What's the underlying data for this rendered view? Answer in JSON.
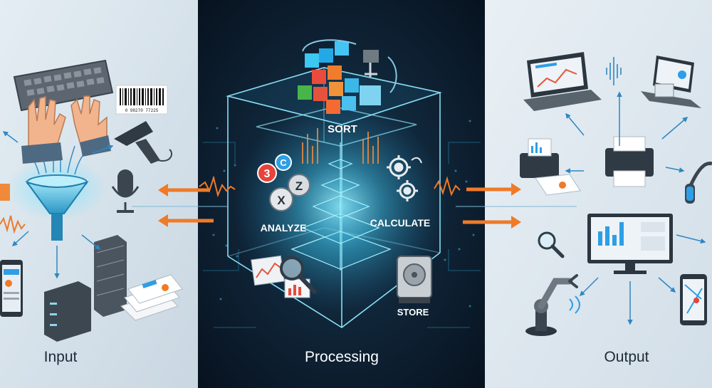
{
  "panels": {
    "input_label": "Input",
    "processing_label": "Processing",
    "output_label": "Output"
  },
  "stages": {
    "sort": "SORT",
    "analyze": "ANALYZE",
    "calculate": "CALCULATE",
    "store": "STORE"
  },
  "badges": {
    "three": "3",
    "c": "C",
    "x": "X",
    "z": "Z"
  },
  "barcode_digits": "0 98270 77225",
  "colors": {
    "left_bg": "#d6e1ea",
    "center_bg": "#0b1a2a",
    "right_bg": "#dfe8ef",
    "glow": "#5fe0ff",
    "arrow_orange": "#f07a28",
    "label_text": "#1e2a36",
    "center_label_text": "#ffffff"
  },
  "icons": {
    "input": [
      "keyboard-icon",
      "hands-icon",
      "barcode-icon",
      "barcode-scanner-icon",
      "funnel-icon",
      "microphone-icon",
      "server-icon",
      "tablet-icon",
      "cards-icon",
      "soundwave-icon"
    ],
    "processing": [
      "cube-blocks-icon",
      "gear-icon",
      "magnifier-chart-icon",
      "hard-drive-icon"
    ],
    "output": [
      "laptop-icon",
      "printer-icon",
      "monitor-icon",
      "headphones-icon",
      "robot-arm-icon",
      "phone-map-icon",
      "magnifier-icon"
    ]
  }
}
